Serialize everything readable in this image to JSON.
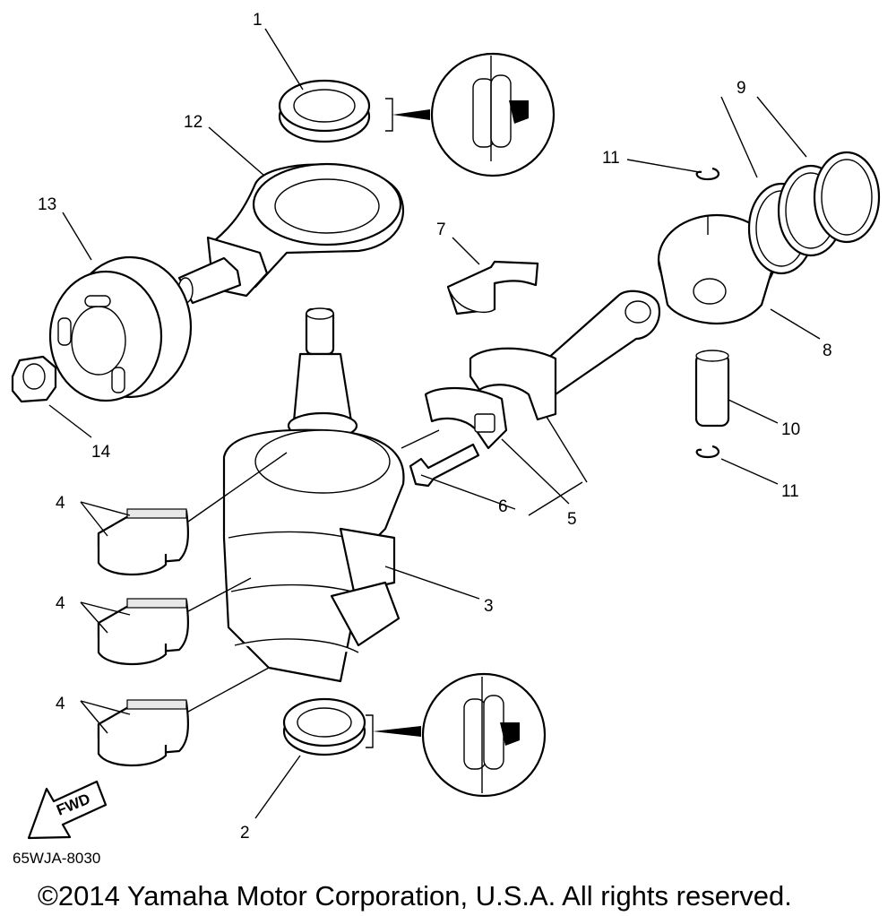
{
  "diagram": {
    "callouts": [
      "1",
      "2",
      "3",
      "4",
      "4",
      "4",
      "5",
      "6",
      "7",
      "8",
      "9",
      "10",
      "11",
      "11",
      "12",
      "13",
      "14"
    ],
    "figure_code": "65WJA-8030",
    "fwd_label": "FWD",
    "copyright": "©2014 Yamaha Motor Corporation, U.S.A. All rights reserved."
  }
}
